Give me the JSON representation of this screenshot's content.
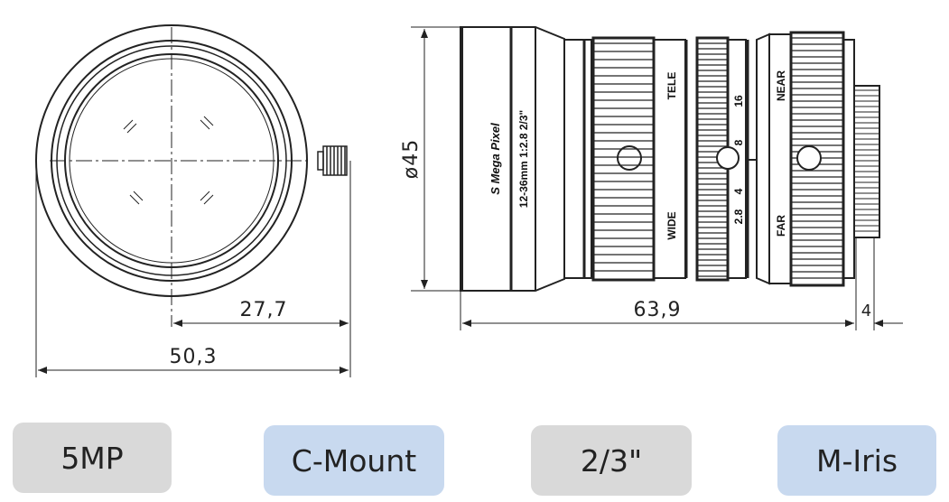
{
  "drawing": {
    "dim_radius": "27,7",
    "dim_diameter_front": "50,3",
    "dim_diameter_side": "ø45",
    "dim_length": "63,9",
    "dim_mount": "4",
    "lens_markings": {
      "brand_script": "S Mega Pixel",
      "spec": "12-36mm 1:2.8 2/3\"",
      "tele": "TELE",
      "wide": "WIDE",
      "iris_16": "16",
      "iris_8": "8",
      "iris_4": "4",
      "iris_28": "2.8",
      "near": "NEAR",
      "far": "FAR"
    }
  },
  "badges": [
    {
      "label": "5MP",
      "color": "#d9d9d9"
    },
    {
      "label": "C-Mount",
      "color": "#c8d9ef"
    },
    {
      "label": "2/3\"",
      "color": "#d9d9d9"
    },
    {
      "label": "M-Iris",
      "color": "#c8d9ef"
    }
  ]
}
